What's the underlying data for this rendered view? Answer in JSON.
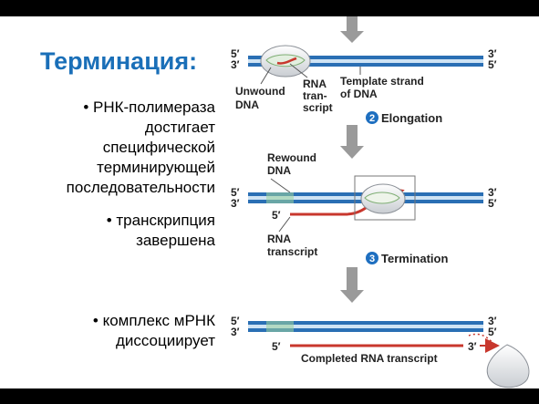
{
  "slide": {
    "title": "Терминация:",
    "bullet1": [
      "• РНК-полимераза",
      "достигает",
      "специфической",
      "терминирующей",
      "последовательности"
    ],
    "bullet2": [
      "• транскрипция",
      "завершена"
    ],
    "bullet3": [
      "• комплекс мРНК",
      "диссоциирует"
    ]
  },
  "diagram": {
    "top": {
      "five_prime_left": "5′",
      "three_prime_left": "3′",
      "three_prime_right": "3′",
      "five_prime_right": "5′",
      "unwound_dna": [
        "Unwound",
        "DNA"
      ],
      "rna_transcript": [
        "RNA",
        "tran-",
        "script"
      ],
      "template_strand": [
        "Template strand",
        "of DNA"
      ]
    },
    "step2": {
      "number": "2",
      "label": "Elongation"
    },
    "middle": {
      "rewound_dna": [
        "Rewound",
        "DNA"
      ],
      "five_prime_left": "5′",
      "three_prime_left": "3′",
      "three_prime_right": "3′",
      "five_prime_right": "5′",
      "rna_five_prime": "5′",
      "rna_transcript": [
        "RNA",
        "transcript"
      ]
    },
    "step3": {
      "number": "3",
      "label": "Termination"
    },
    "bottom": {
      "five_prime_left": "5′",
      "three_prime_left": "3′",
      "three_prime_right": "3′",
      "five_prime_right": "5′",
      "rna_five_prime": "5′",
      "rna_three_prime": "3′",
      "completed_rna": "Completed RNA transcript"
    },
    "colors": {
      "dna_strand": "#2a6fb4",
      "dna_light": "#9cc6e8",
      "rna": "#c8372d",
      "step_circle": "#1e6fc0",
      "arrow": "#9a9a9a"
    }
  }
}
